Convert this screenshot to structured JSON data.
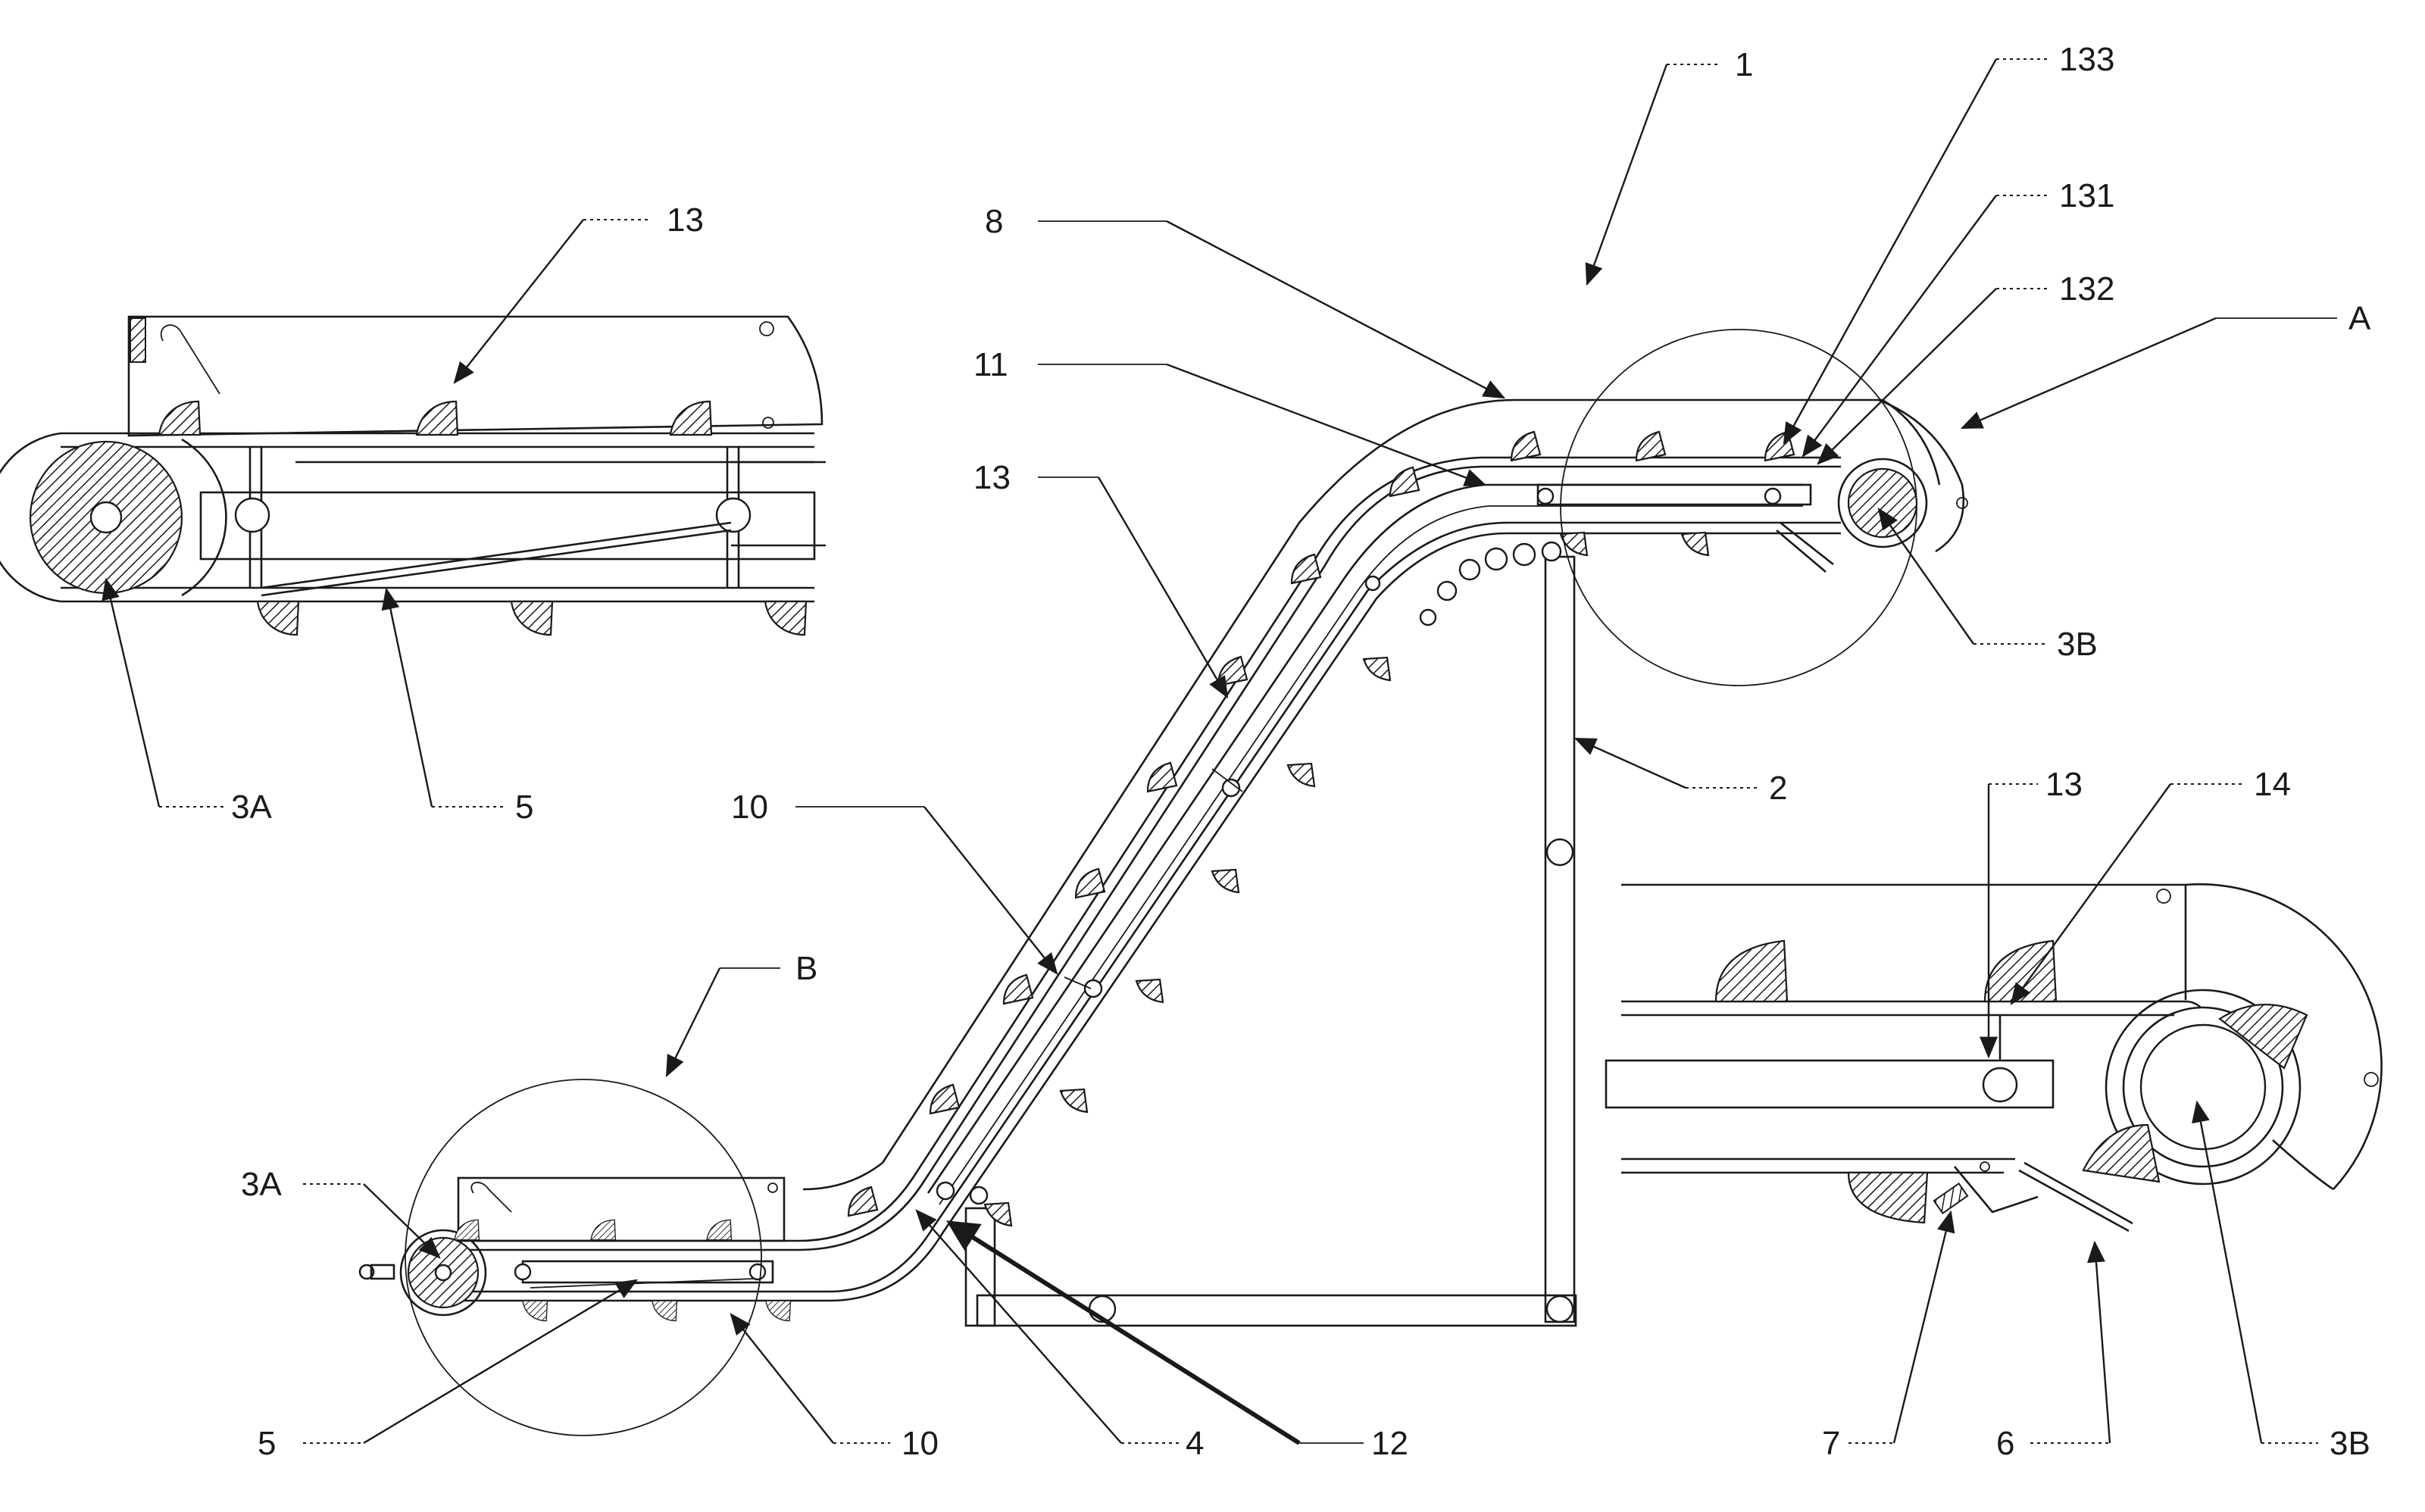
{
  "labels": {
    "l1": "1",
    "l133": "133",
    "l131": "131",
    "l132": "132",
    "l8": "8",
    "l11": "11",
    "l13a": "13",
    "l13b": "13",
    "l13c": "13",
    "lA": "A",
    "l3B_top": "3B",
    "l3A_top": "3A",
    "l5_top": "5",
    "l10_mid": "10",
    "l2": "2",
    "l14": "14",
    "lB": "B",
    "l3A_bot": "3A",
    "l5_bot": "5",
    "l10_bot": "10",
    "l4": "4",
    "l12": "12",
    "l7": "7",
    "l6": "6",
    "l3B_bot": "3B"
  }
}
